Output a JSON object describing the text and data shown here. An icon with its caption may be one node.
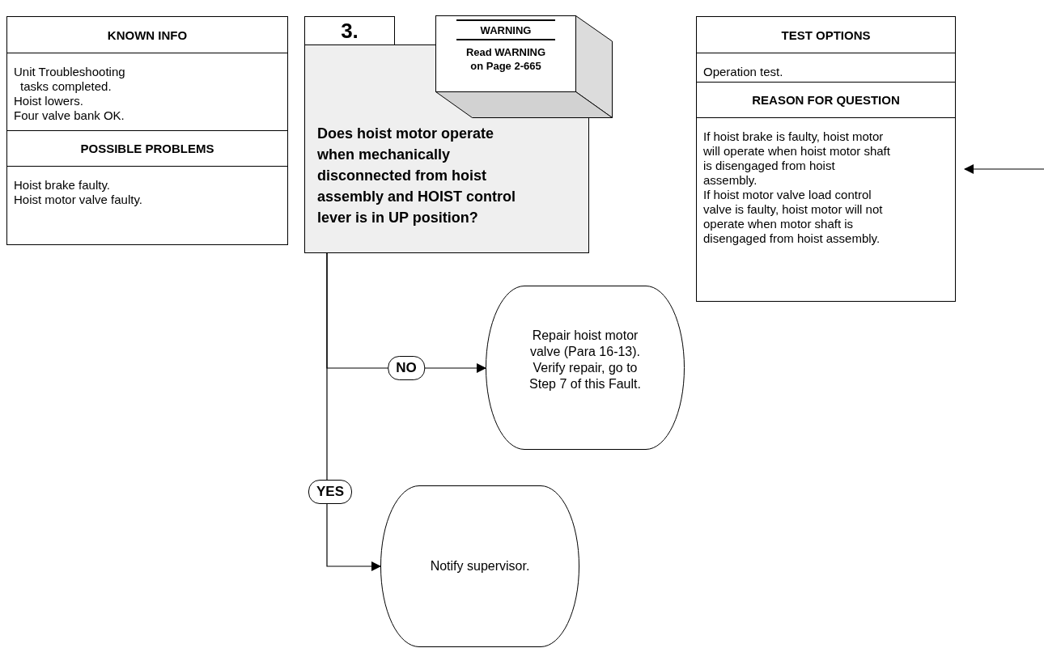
{
  "diagram": {
    "nodes": [
      {
        "text": [
          "KNOWN INFO",
          "Unit Troubleshooting tasks completed.",
          "Hoist lowers.",
          "Four valve bank OK.",
          "POSSIBLE PROBLEMS",
          "Hoist brake faulty.",
          "Hoist motor valve faulty."
        ]
      },
      {
        "text": [
          "3."
        ]
      },
      {
        "text": [
          "Does hoist motor operate when mechanically disconnected from hoist assembly and HOIST control lever is in UP position?"
        ]
      },
      {
        "text": [
          "WARNING",
          "Read WARNING on Page 2-665"
        ]
      },
      {
        "text": [
          "TEST OPTIONS",
          "Operation test.",
          "REASON FOR QUESTION",
          "If hoist brake is faulty, hoist motor will operate when hoist motor shaft is disengaged from hoist assembly.",
          "If hoist motor valve load control valve is faulty, hoist motor will not operate when motor shaft is disengaged from hoist assembly."
        ]
      },
      {
        "text": [
          "Repair hoist motor valve (Para 16-13). Verify repair, go to Step 7 of this Fault."
        ]
      },
      {
        "text": [
          "Notify supervisor."
        ]
      }
    ],
    "edges": [
      {
        "from": 2,
        "to": 5,
        "arrow": "to",
        "label": "NO"
      },
      {
        "from": 2,
        "to": 6,
        "arrow": "to",
        "label": "YES"
      },
      {
        "from": null,
        "to": 4,
        "arrow": "to"
      }
    ]
  }
}
